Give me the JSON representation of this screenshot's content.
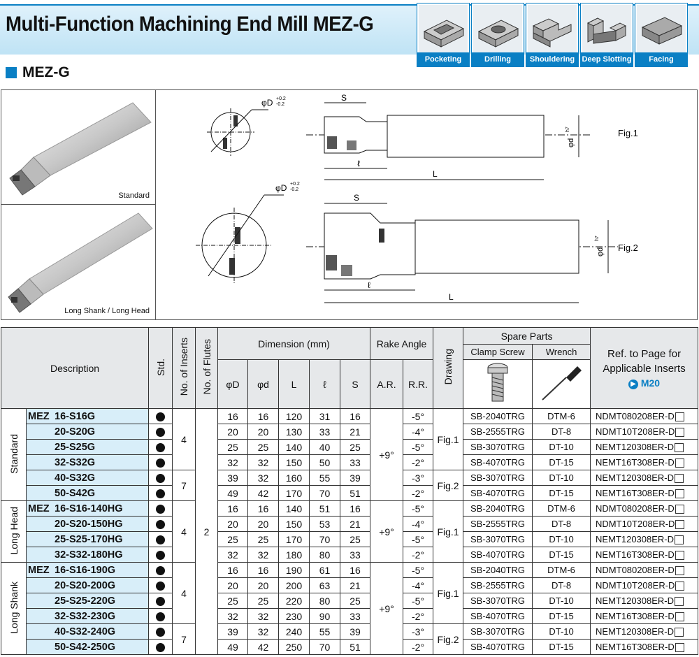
{
  "title": "Multi-Function Machining End Mill MEZ-G",
  "applications": [
    {
      "label": "Pocketing",
      "icon": "pocketing-icon"
    },
    {
      "label": "Drilling",
      "icon": "drilling-icon"
    },
    {
      "label": "Shouldering",
      "icon": "shouldering-icon"
    },
    {
      "label": "Deep Slotting",
      "icon": "deep-slotting-icon"
    },
    {
      "label": "Facing",
      "icon": "facing-icon"
    }
  ],
  "section": "MEZ-G",
  "photos": {
    "standard": "Standard",
    "long": "Long Shank / Long Head"
  },
  "drawing": {
    "fig1": "Fig.1",
    "fig2": "Fig.2",
    "phiD": "φD",
    "tol_plus": "+0.2",
    "tol_minus": "-0.2",
    "S": "S",
    "l": "ℓ",
    "L": "L",
    "phid": "φd",
    "h7": "h7"
  },
  "table": {
    "headers": {
      "description": "Description",
      "std": "Std.",
      "inserts": "No. of Inserts",
      "flutes": "No. of Flutes",
      "dimension": "Dimension (mm)",
      "rake": "Rake Angle",
      "drawing": "Drawing",
      "spare": "Spare Parts",
      "clamp": "Clamp Screw",
      "wrench": "Wrench",
      "ref": "Ref. to Page for Applicable Inserts",
      "ref_page": "M20",
      "phiD": "φD",
      "phid": "φd",
      "L": "L",
      "l": "ℓ",
      "S": "S",
      "ar": "A.R.",
      "rr": "R.R."
    },
    "groups": [
      "Standard",
      "Long Head",
      "Long Shank"
    ],
    "prefix": "MEZ",
    "flutes": "2",
    "ar": "+9°",
    "rows": [
      {
        "model": "16-S16G",
        "D": "16",
        "d": "16",
        "L": "120",
        "l": "31",
        "S": "16",
        "rr": "-5°",
        "screw": "SB-2040TRG",
        "wrench": "DTM-6",
        "insert": "NDMT080208ER-D"
      },
      {
        "model": "20-S20G",
        "D": "20",
        "d": "20",
        "L": "130",
        "l": "33",
        "S": "21",
        "rr": "-4°",
        "screw": "SB-2555TRG",
        "wrench": "DT-8",
        "insert": "NDMT10T208ER-D"
      },
      {
        "model": "25-S25G",
        "D": "25",
        "d": "25",
        "L": "140",
        "l": "40",
        "S": "25",
        "rr": "-5°",
        "screw": "SB-3070TRG",
        "wrench": "DT-10",
        "insert": "NEMT120308ER-D"
      },
      {
        "model": "32-S32G",
        "D": "32",
        "d": "32",
        "L": "150",
        "l": "50",
        "S": "33",
        "rr": "-2°",
        "screw": "SB-4070TRG",
        "wrench": "DT-15",
        "insert": "NEMT16T308ER-D"
      },
      {
        "model": "40-S32G",
        "D": "39",
        "d": "32",
        "L": "160",
        "l": "55",
        "S": "39",
        "rr": "-3°",
        "screw": "SB-3070TRG",
        "wrench": "DT-10",
        "insert": "NEMT120308ER-D"
      },
      {
        "model": "50-S42G",
        "D": "49",
        "d": "42",
        "L": "170",
        "l": "70",
        "S": "51",
        "rr": "-2°",
        "screw": "SB-4070TRG",
        "wrench": "DT-15",
        "insert": "NEMT16T308ER-D"
      },
      {
        "model": "16-S16-140HG",
        "D": "16",
        "d": "16",
        "L": "140",
        "l": "51",
        "S": "16",
        "rr": "-5°",
        "screw": "SB-2040TRG",
        "wrench": "DTM-6",
        "insert": "NDMT080208ER-D"
      },
      {
        "model": "20-S20-150HG",
        "D": "20",
        "d": "20",
        "L": "150",
        "l": "53",
        "S": "21",
        "rr": "-4°",
        "screw": "SB-2555TRG",
        "wrench": "DT-8",
        "insert": "NDMT10T208ER-D"
      },
      {
        "model": "25-S25-170HG",
        "D": "25",
        "d": "25",
        "L": "170",
        "l": "70",
        "S": "25",
        "rr": "-5°",
        "screw": "SB-3070TRG",
        "wrench": "DT-10",
        "insert": "NEMT120308ER-D"
      },
      {
        "model": "32-S32-180HG",
        "D": "32",
        "d": "32",
        "L": "180",
        "l": "80",
        "S": "33",
        "rr": "-2°",
        "screw": "SB-4070TRG",
        "wrench": "DT-15",
        "insert": "NEMT16T308ER-D"
      },
      {
        "model": "16-S16-190G",
        "D": "16",
        "d": "16",
        "L": "190",
        "l": "61",
        "S": "16",
        "rr": "-5°",
        "screw": "SB-2040TRG",
        "wrench": "DTM-6",
        "insert": "NDMT080208ER-D"
      },
      {
        "model": "20-S20-200G",
        "D": "20",
        "d": "20",
        "L": "200",
        "l": "63",
        "S": "21",
        "rr": "-4°",
        "screw": "SB-2555TRG",
        "wrench": "DT-8",
        "insert": "NDMT10T208ER-D"
      },
      {
        "model": "25-S25-220G",
        "D": "25",
        "d": "25",
        "L": "220",
        "l": "80",
        "S": "25",
        "rr": "-5°",
        "screw": "SB-3070TRG",
        "wrench": "DT-10",
        "insert": "NEMT120308ER-D"
      },
      {
        "model": "32-S32-230G",
        "D": "32",
        "d": "32",
        "L": "230",
        "l": "90",
        "S": "33",
        "rr": "-2°",
        "screw": "SB-4070TRG",
        "wrench": "DT-15",
        "insert": "NEMT16T308ER-D"
      },
      {
        "model": "40-S32-240G",
        "D": "39",
        "d": "32",
        "L": "240",
        "l": "55",
        "S": "39",
        "rr": "-3°",
        "screw": "SB-3070TRG",
        "wrench": "DT-10",
        "insert": "NEMT120308ER-D"
      },
      {
        "model": "50-S42-250G",
        "D": "49",
        "d": "42",
        "L": "250",
        "l": "70",
        "S": "51",
        "rr": "-2°",
        "screw": "SB-4070TRG",
        "wrench": "DT-15",
        "insert": "NEMT16T308ER-D"
      }
    ],
    "inserts_counts": [
      "4",
      "7",
      "4",
      "4",
      "7"
    ],
    "drawings": [
      "Fig.1",
      "Fig.2",
      "Fig.1",
      "Fig.1",
      "Fig.2"
    ]
  }
}
